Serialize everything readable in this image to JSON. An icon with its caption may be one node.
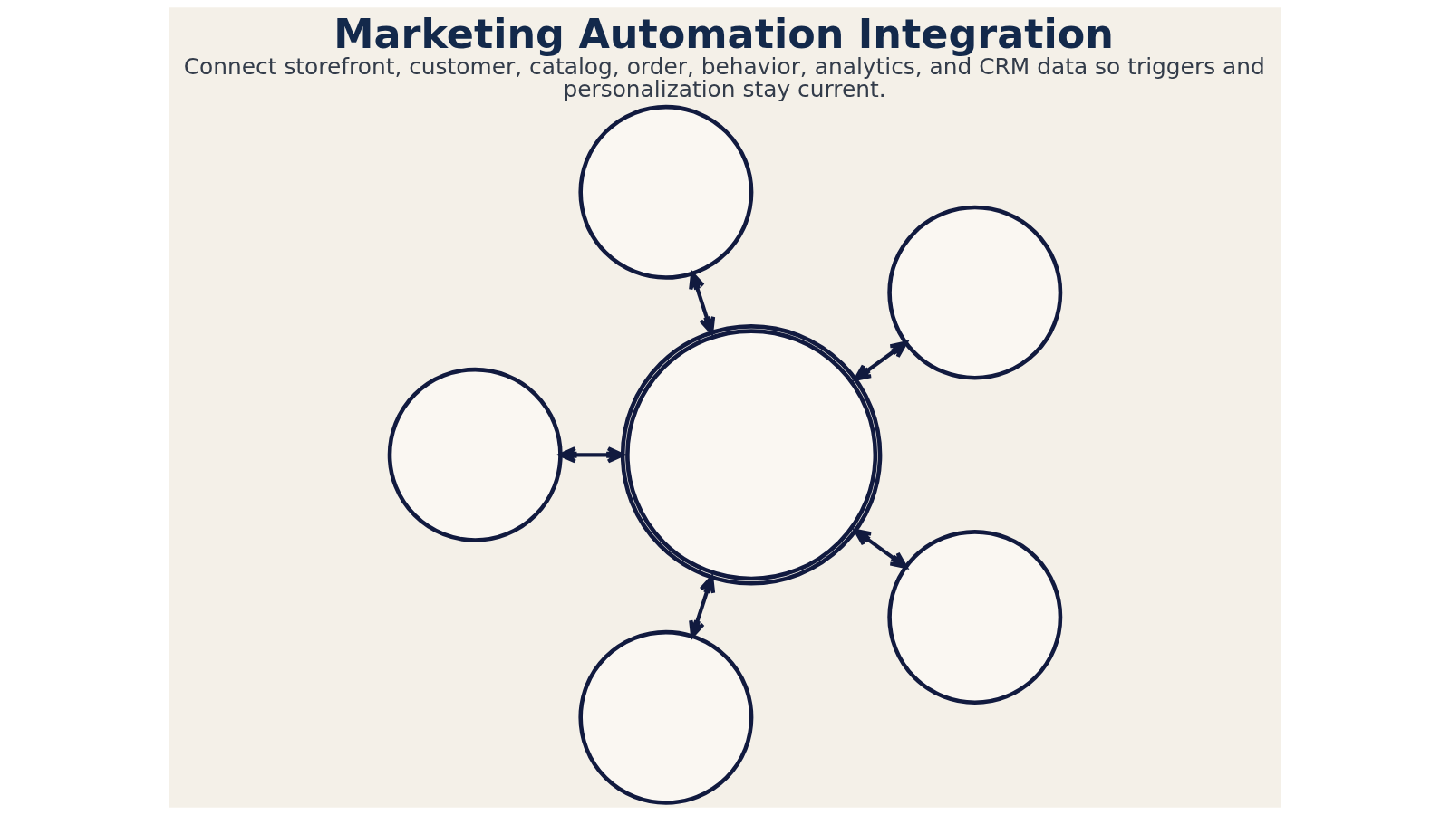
{
  "diagram": {
    "title": "Marketing Automation Integration",
    "caption": "Connect storefront, customer, catalog, order, behavior, analytics, and CRM data so triggers and personalization stay current.",
    "nodes": [
      {
        "text": [],
        "shape": "circle"
      },
      {
        "text": [],
        "shape": "circle"
      },
      {
        "text": [],
        "shape": "circle"
      },
      {
        "text": [],
        "shape": "circle"
      },
      {
        "text": [],
        "shape": "circle"
      },
      {
        "text": [],
        "shape": "circle"
      }
    ],
    "edges": [
      {
        "from": 3,
        "to": 0,
        "arrow": "both"
      },
      {
        "from": 3,
        "to": 1,
        "arrow": "both"
      },
      {
        "from": 3,
        "to": 2,
        "arrow": "both"
      },
      {
        "from": 3,
        "to": 4,
        "arrow": "both"
      },
      {
        "from": 3,
        "to": 5,
        "arrow": "both"
      }
    ]
  }
}
